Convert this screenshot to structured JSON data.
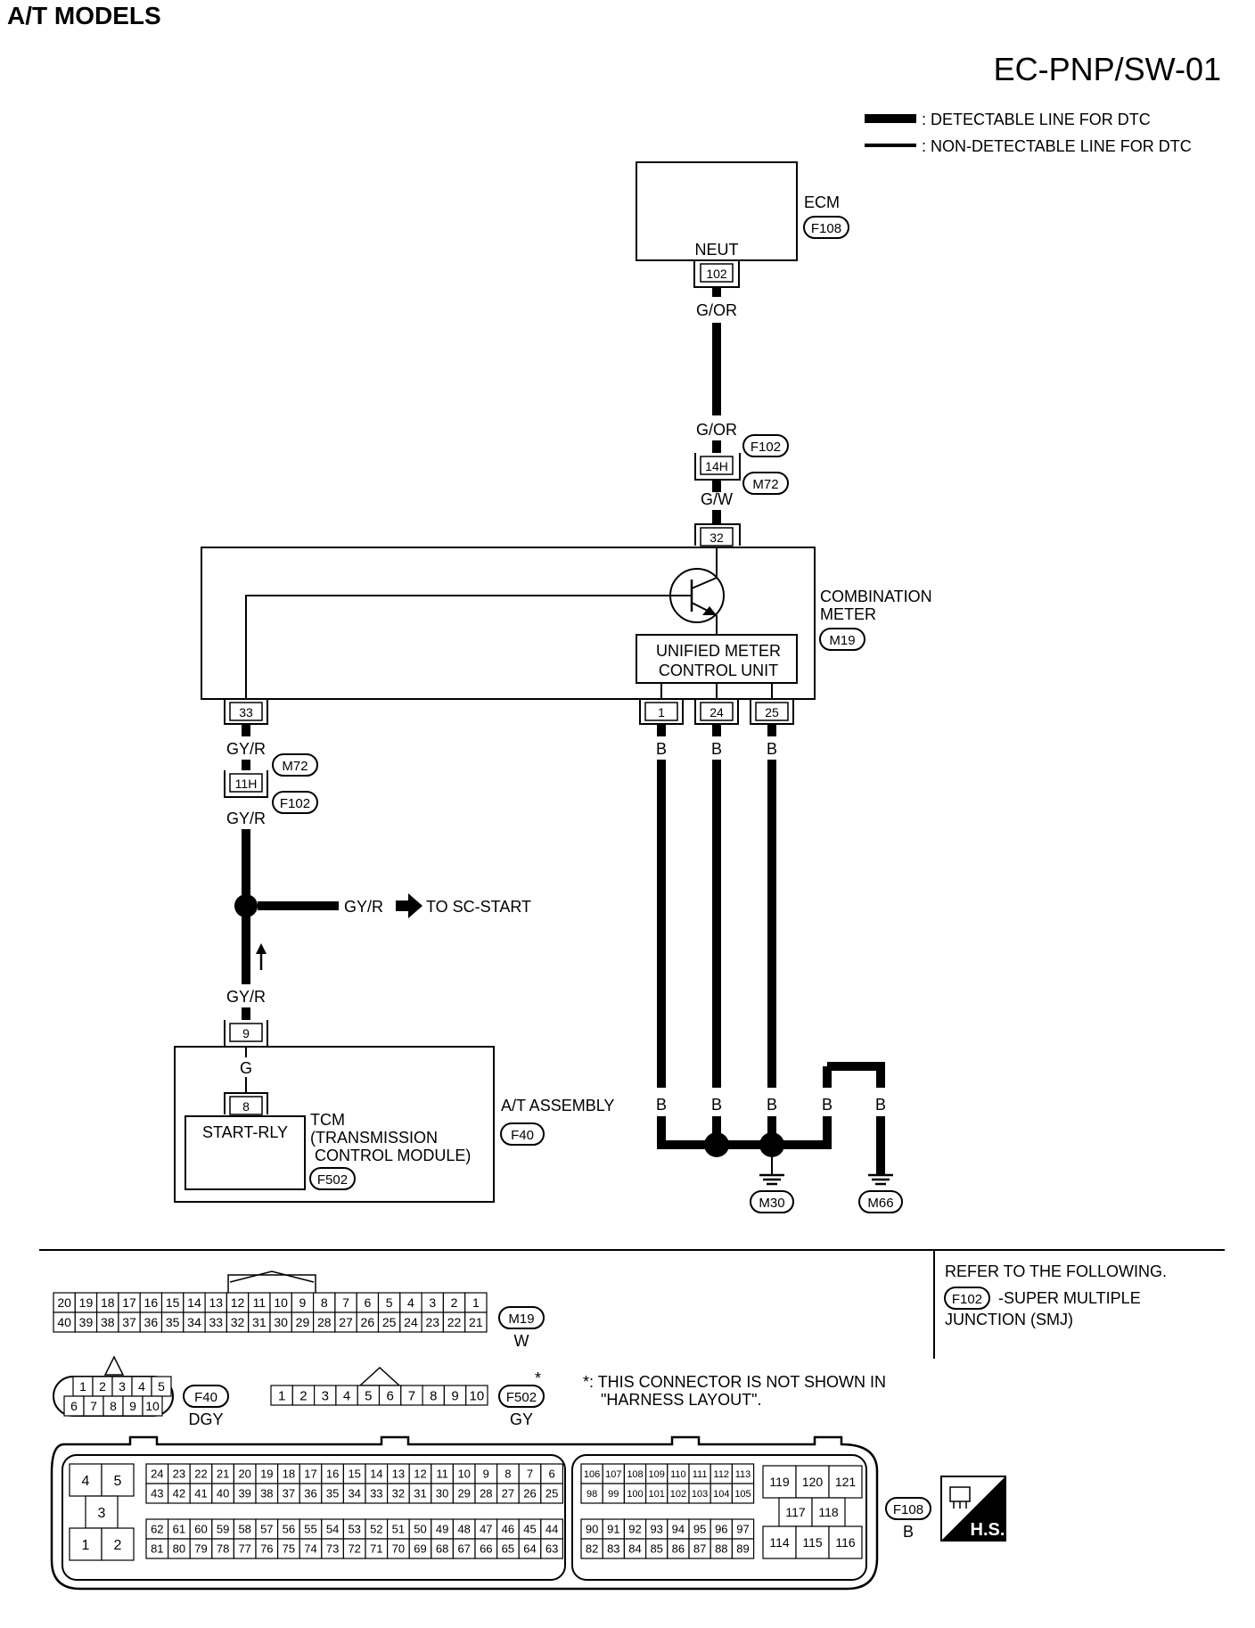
{
  "header": {
    "section_title": "A/T MODELS",
    "page_id": "EC-PNP/SW-01"
  },
  "legend": {
    "detectable": ": DETECTABLE LINE FOR DTC",
    "non_detectable": ": NON-DETECTABLE LINE FOR DTC"
  },
  "ecm": {
    "name": "ECM",
    "connector": "F108",
    "terminal_name": "NEUT",
    "terminal": "102"
  },
  "wires": {
    "g_or_top": "G/OR",
    "g_or_bottom": "G/OR",
    "g_w": "G/W",
    "gy_r_1": "GY/R",
    "gy_r_2": "GY/R",
    "gy_r_branch": "GY/R",
    "gy_r_3": "GY/R",
    "g": "G",
    "b1": "B",
    "b2": "B",
    "b3": "B",
    "b4": "B",
    "b5": "B",
    "b6": "B",
    "b7": "B",
    "b8": "B"
  },
  "junction_upper": {
    "pin": "14H",
    "conn_a": "F102",
    "conn_b": "M72"
  },
  "junction_lower": {
    "pin": "11H",
    "conn_a": "M72",
    "conn_b": "F102"
  },
  "meter": {
    "name_line1": "COMBINATION",
    "name_line2": "METER",
    "connector": "M19",
    "unit_line1": "UNIFIED METER",
    "unit_line2": "CONTROL UNIT",
    "pin_in": "32",
    "pin_out": "33",
    "pin_g1": "1",
    "pin_g2": "24",
    "pin_g3": "25"
  },
  "branch": {
    "destination": "TO SC-START"
  },
  "tcm": {
    "assembly_name": "A/T ASSEMBLY",
    "assembly_connector": "F40",
    "pin_outer": "9",
    "pin_inner": "8",
    "unit_label": "START-RLY",
    "name_line1": "TCM",
    "name_line2": "(TRANSMISSION",
    "name_line3": " CONTROL MODULE)",
    "connector": "F502"
  },
  "grounds": {
    "g1": "M30",
    "g2": "M66"
  },
  "notes": {
    "refer_title": "REFER TO THE FOLLOWING.",
    "refer_connector": "F102",
    "refer_line1": "-SUPER MULTIPLE",
    "refer_line2": "JUNCTION (SMJ)",
    "asterisk": "*",
    "note_line1": "*: THIS CONNECTOR IS NOT SHOWN IN",
    "note_line2": "\"HARNESS LAYOUT\"."
  },
  "connector_faces": {
    "m19": {
      "id": "M19",
      "color": "W",
      "row1": [
        "20",
        "19",
        "18",
        "17",
        "16",
        "15",
        "14",
        "13",
        "12",
        "11",
        "10",
        "9",
        "8",
        "7",
        "6",
        "5",
        "4",
        "3",
        "2",
        "1"
      ],
      "row2": [
        "40",
        "39",
        "38",
        "37",
        "36",
        "35",
        "34",
        "33",
        "32",
        "31",
        "30",
        "29",
        "28",
        "27",
        "26",
        "25",
        "24",
        "23",
        "22",
        "21"
      ]
    },
    "f40": {
      "id": "F40",
      "color": "DGY",
      "row1": [
        "1",
        "2",
        "3",
        "4",
        "5"
      ],
      "row2": [
        "6",
        "7",
        "8",
        "9",
        "10"
      ]
    },
    "f502": {
      "id": "F502",
      "color": "GY",
      "row1": [
        "1",
        "2",
        "3",
        "4",
        "5",
        "6",
        "7",
        "8",
        "9",
        "10"
      ]
    },
    "f108": {
      "id": "F108",
      "color": "B",
      "left": [
        "4",
        "5",
        "3",
        "1",
        "2"
      ],
      "a1": [
        "24",
        "23",
        "22",
        "21",
        "20",
        "19",
        "18",
        "17",
        "16",
        "15",
        "14",
        "13",
        "12",
        "11",
        "10",
        "9",
        "8",
        "7",
        "6"
      ],
      "a2": [
        "43",
        "42",
        "41",
        "40",
        "39",
        "38",
        "37",
        "36",
        "35",
        "34",
        "33",
        "32",
        "31",
        "30",
        "29",
        "28",
        "27",
        "26",
        "25"
      ],
      "a3": [
        "62",
        "61",
        "60",
        "59",
        "58",
        "57",
        "56",
        "55",
        "54",
        "53",
        "52",
        "51",
        "50",
        "49",
        "48",
        "47",
        "46",
        "45",
        "44"
      ],
      "a4": [
        "81",
        "80",
        "79",
        "78",
        "77",
        "76",
        "75",
        "74",
        "73",
        "72",
        "71",
        "70",
        "69",
        "68",
        "67",
        "66",
        "65",
        "64",
        "63"
      ],
      "b1": [
        "106",
        "107",
        "108",
        "109",
        "110",
        "111",
        "112",
        "113"
      ],
      "b2": [
        "98",
        "99",
        "100",
        "101",
        "102",
        "103",
        "104",
        "105"
      ],
      "b3": [
        "90",
        "91",
        "92",
        "93",
        "94",
        "95",
        "96",
        "97"
      ],
      "b4": [
        "82",
        "83",
        "84",
        "85",
        "86",
        "87",
        "88",
        "89"
      ],
      "c1": [
        "119",
        "120",
        "121"
      ],
      "c2": [
        "117",
        "118"
      ],
      "c3": [
        "114",
        "115",
        "116"
      ]
    }
  },
  "badge": {
    "label": "H.S."
  }
}
